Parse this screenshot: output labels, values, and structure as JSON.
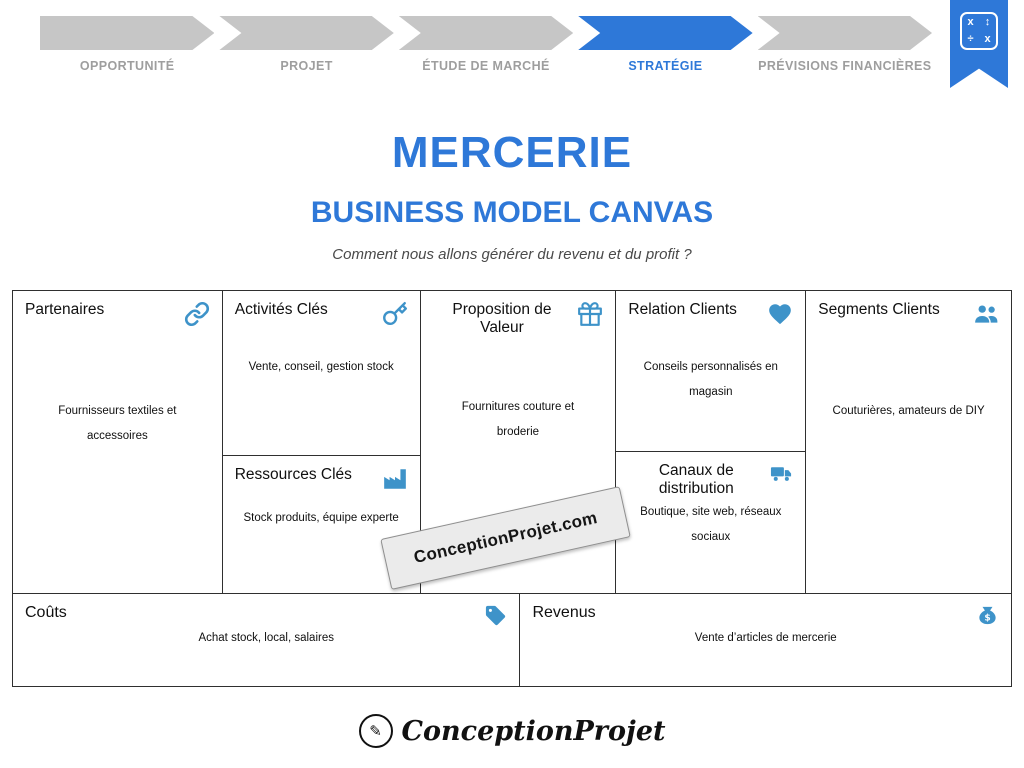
{
  "progress": {
    "steps": [
      {
        "label": "OPPORTUNITÉ"
      },
      {
        "label": "PROJET"
      },
      {
        "label": "ÉTUDE DE MARCHÉ"
      },
      {
        "label": "STRATÉGIE"
      },
      {
        "label": "PRÉVISIONS FINANCIÈRES"
      }
    ],
    "active_step": "STRATÉGIE"
  },
  "ribbon": {
    "icon": "calculator-icon",
    "glyphs": [
      "x",
      "↕",
      "÷",
      "x"
    ]
  },
  "header": {
    "title": "MERCERIE",
    "subtitle": "BUSINESS MODEL CANVAS",
    "tagline": "Comment nous allons générer du revenu et du profit ?"
  },
  "canvas": {
    "partners": {
      "title": "Partenaires",
      "icon": "link-icon",
      "content": "Fournisseurs textiles et accessoires"
    },
    "key_activities": {
      "title": "Activités Clés",
      "icon": "key-icon",
      "content": "Vente, conseil, gestion stock"
    },
    "key_resources": {
      "title": "Ressources Clés",
      "icon": "factory-icon",
      "content": "Stock produits, équipe experte"
    },
    "value_proposition": {
      "title": "Proposition de Valeur",
      "icon": "gift-icon",
      "content": "Fournitures couture et broderie"
    },
    "customer_relations": {
      "title": "Relation Clients",
      "icon": "heart-icon",
      "content": "Conseils personnalisés en magasin"
    },
    "channels": {
      "title": "Canaux de distribution",
      "icon": "truck-icon",
      "content": "Boutique, site web, réseaux sociaux"
    },
    "customer_segments": {
      "title": "Segments Clients",
      "icon": "users-icon",
      "content": "Couturières, amateurs de DIY"
    },
    "costs": {
      "title": "Coûts",
      "icon": "tag-icon",
      "content": "Achat stock, local, salaires"
    },
    "revenues": {
      "title": "Revenus",
      "icon": "money-bag-icon",
      "content": "Vente d’articles de mercerie"
    }
  },
  "watermark": {
    "text": "ConceptionProjet.com"
  },
  "footer": {
    "brand": "ConceptionProjet",
    "logo_icon": "pencil-logo-icon",
    "logo_glyph": "✎"
  },
  "colors": {
    "accent_blue": "#2E78D8",
    "icon_blue": "#3E93C9",
    "chevron_gray": "#C6C6C6",
    "chevron_label_gray": "#9E9E9E",
    "border_dark": "#2F2F2F"
  }
}
